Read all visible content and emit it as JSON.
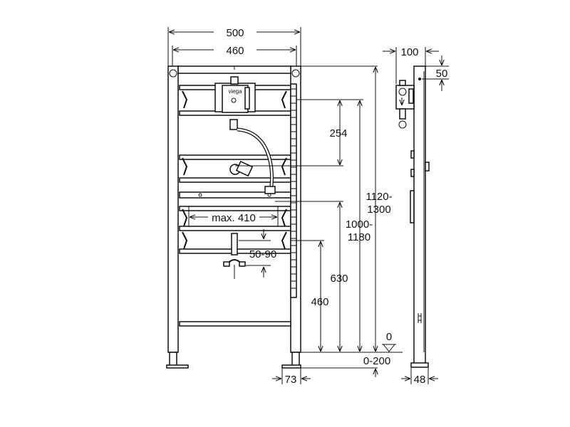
{
  "front_view": {
    "brand_label": "viega",
    "dimensions": {
      "overall_width": "500",
      "inner_width": "460",
      "max_width": "max. 410",
      "drain_offset": "50-90",
      "supply_height": "254",
      "drain_height": "630",
      "bracket_height": "460",
      "frame_height_a": "1120-",
      "frame_height_b": "1300",
      "inner_height_a": "1000-",
      "inner_height_b": "1180",
      "floor_zero": "0",
      "foot_adjust": "0-200",
      "foot_offset": "73"
    }
  },
  "side_view": {
    "dimensions": {
      "depth": "100",
      "top_offset": "50",
      "foot_depth": "48"
    }
  }
}
